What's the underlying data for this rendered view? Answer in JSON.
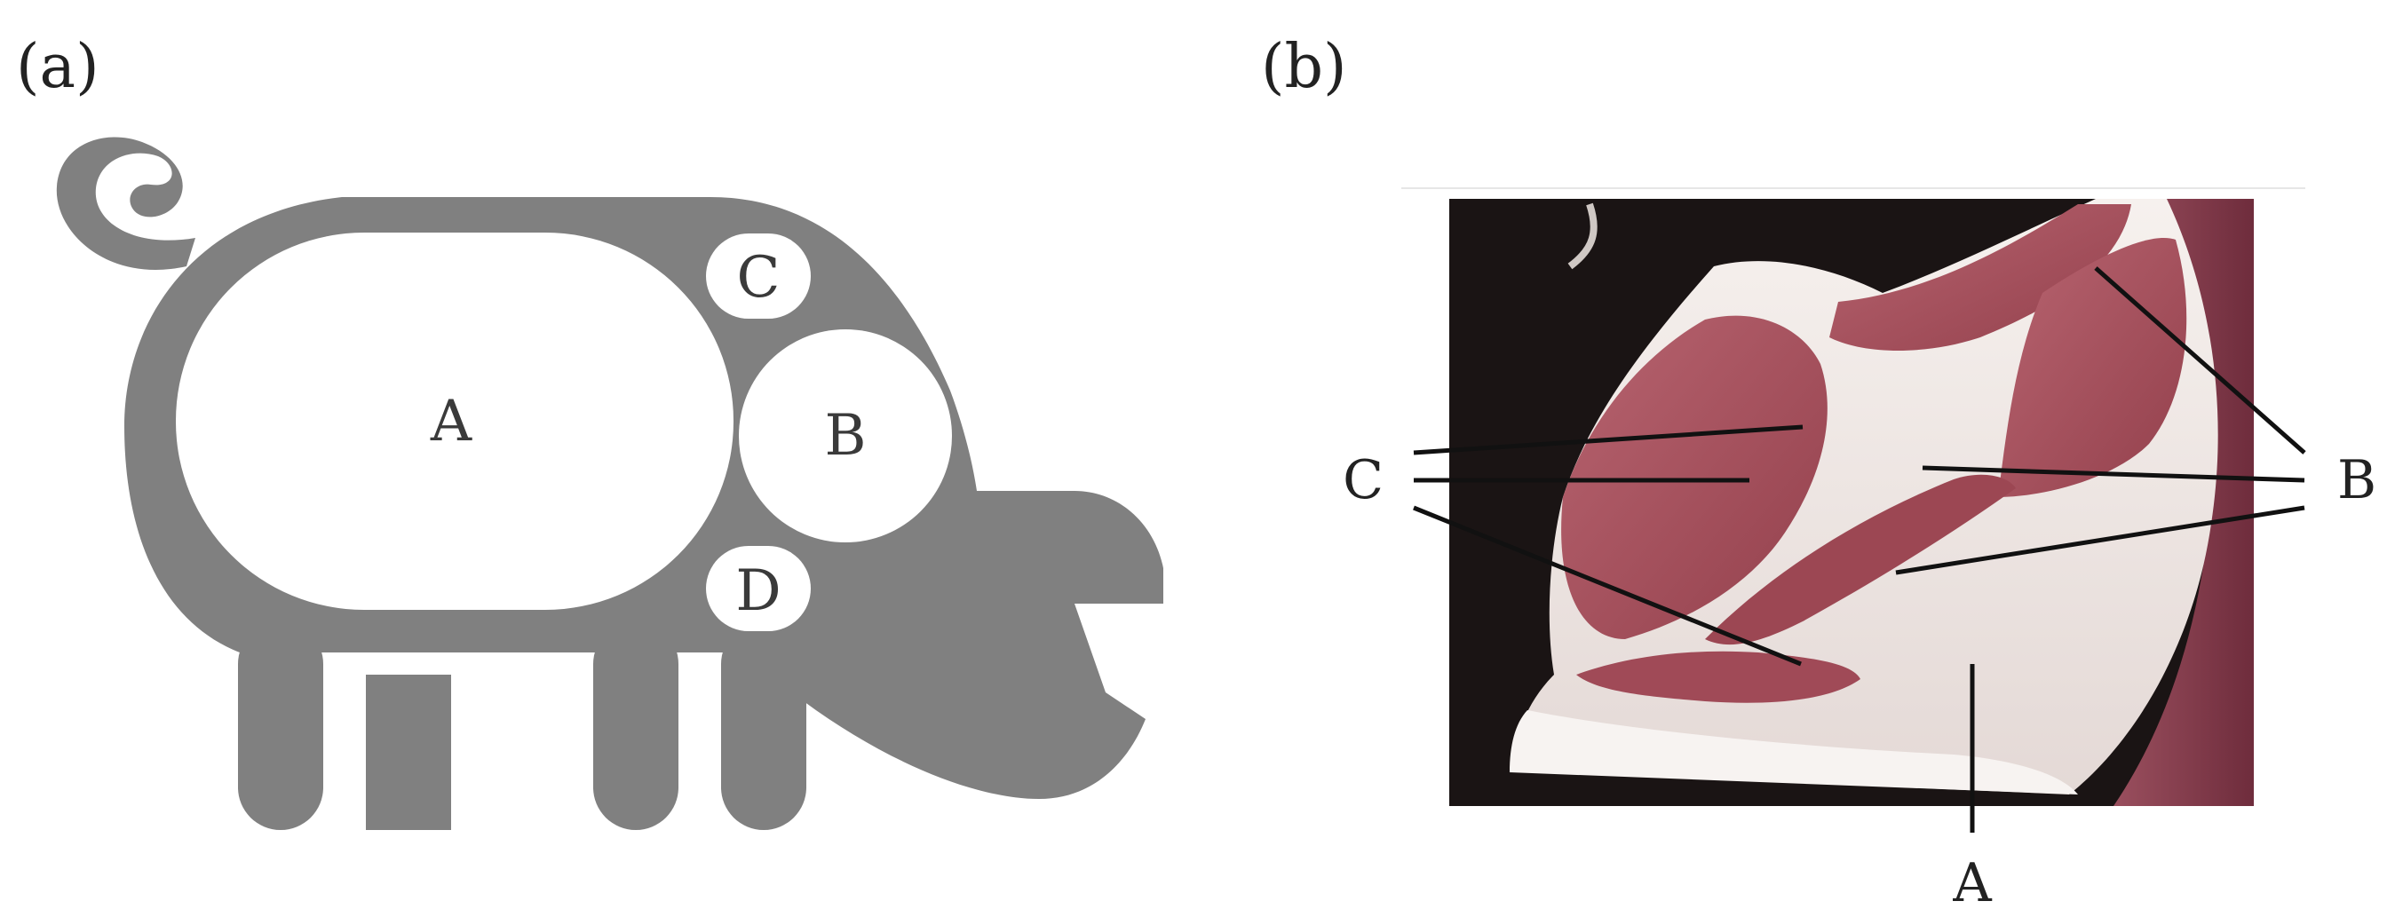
{
  "panels": {
    "a": {
      "label": "(a)",
      "regions": {
        "A": "A",
        "B": "B",
        "C": "C",
        "D": "D"
      }
    },
    "b": {
      "label": "(b)",
      "callouts": {
        "A": "A",
        "B": "B",
        "C": "C"
      }
    }
  },
  "colors": {
    "pig_silhouette": "#808080",
    "region_fill": "#ffffff",
    "photo_background": "#1a1414",
    "fat": "#f1ece9",
    "lean": "#a8505a",
    "lean_dark": "#8a3c48",
    "leader_line": "#111111"
  }
}
